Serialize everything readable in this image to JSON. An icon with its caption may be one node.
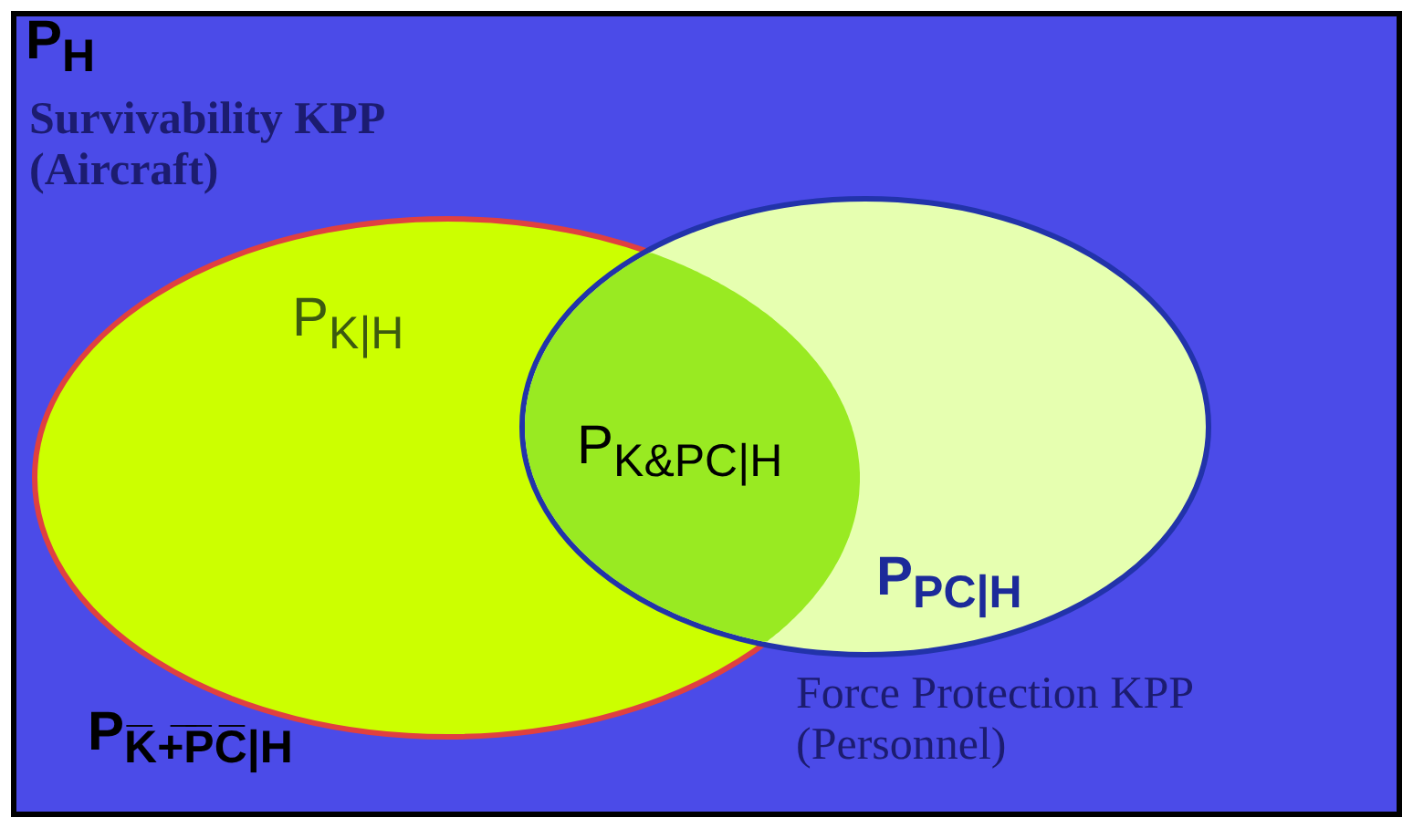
{
  "diagram": {
    "nodes": [
      {
        "text": [
          "P$_{H}$"
        ]
      },
      {
        "text": [
          "Survivability KPP (Aircraft)",
          "P$_{K|H}$"
        ],
        "in": 0
      },
      {
        "text": [
          "P$_{PC|H}$",
          "Force Protection KPP (Personnel)"
        ],
        "in": 0
      },
      {
        "text": [
          "P$_{K&PC|H}$"
        ]
      }
    ],
    "labels": [
      "P$_{K̅+̅P̅C̅|H}$"
    ]
  }
}
